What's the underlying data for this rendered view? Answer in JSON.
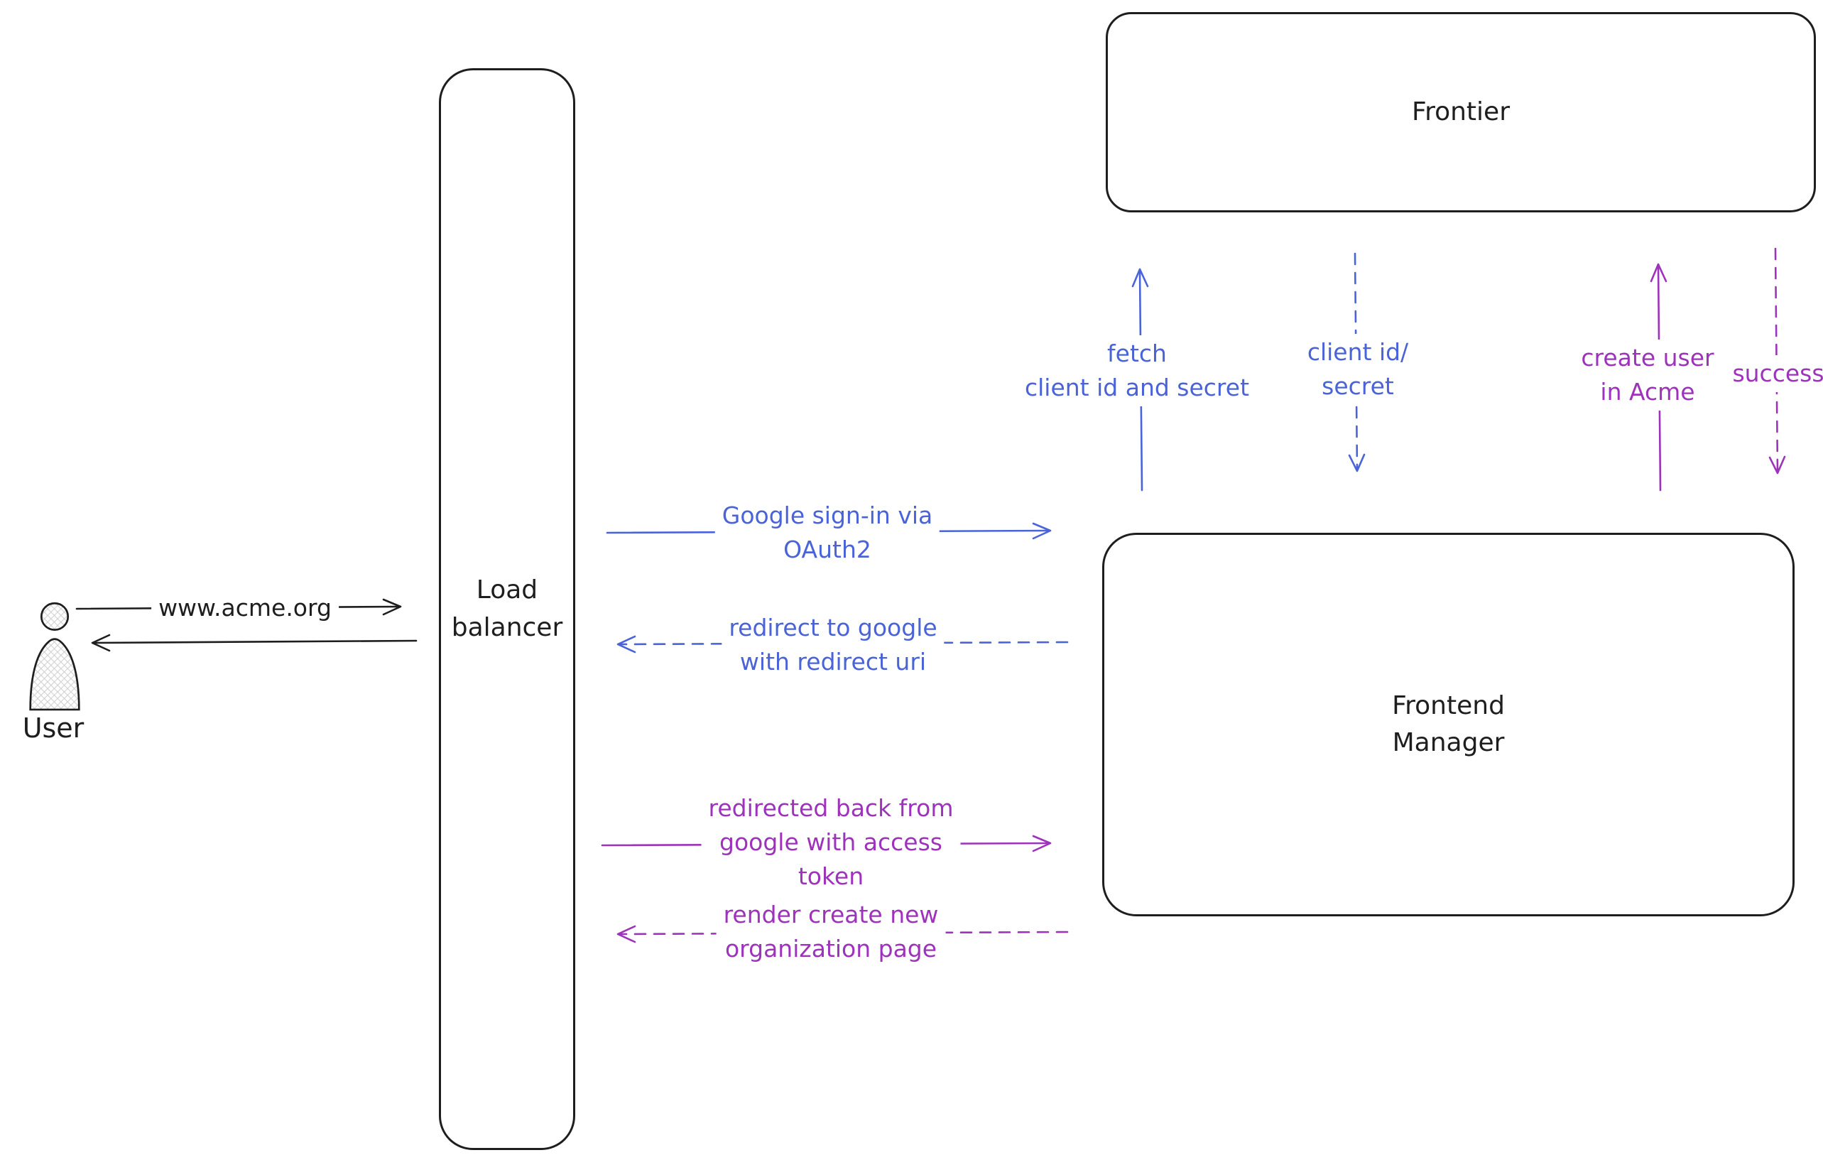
{
  "colors": {
    "ink": "#1e1e1e",
    "blue": "#4a63d8",
    "purple": "#9d33bb",
    "background": "#ffffff"
  },
  "nodes": {
    "user": {
      "label": "User",
      "shape": "person"
    },
    "load_balancer": {
      "line1": "Load",
      "line2": "balancer",
      "shape": "rounded-rect"
    },
    "frontier": {
      "label": "Frontier",
      "shape": "rounded-rect"
    },
    "frontend_manager": {
      "line1": "Frontend",
      "line2": "Manager",
      "shape": "rounded-rect"
    }
  },
  "messages": {
    "www_acme": {
      "text": "www.acme.org",
      "from": "user",
      "to": "load_balancer",
      "style": "solid",
      "color": "ink",
      "direction": "right"
    },
    "return_to_user": {
      "text": "",
      "from": "load_balancer",
      "to": "user",
      "style": "solid",
      "color": "ink",
      "direction": "left"
    },
    "google_signin": {
      "line1": "Google sign-in via",
      "line2": "OAuth2",
      "from": "load_balancer",
      "to": "frontend_manager",
      "style": "solid",
      "color": "blue",
      "direction": "right"
    },
    "redirect_google": {
      "line1": "redirect to google",
      "line2": "with redirect uri",
      "from": "frontend_manager",
      "to": "load_balancer",
      "style": "dashed",
      "color": "blue",
      "direction": "left"
    },
    "redirected_back": {
      "line1": "redirected back from",
      "line2": "google with access",
      "line3": "token",
      "from": "load_balancer",
      "to": "frontend_manager",
      "style": "solid",
      "color": "purple",
      "direction": "right"
    },
    "render_org_page": {
      "line1": "render create new",
      "line2": "organization page",
      "from": "frontend_manager",
      "to": "load_balancer",
      "style": "dashed",
      "color": "purple",
      "direction": "left"
    },
    "fetch_secret": {
      "line1": "fetch",
      "line2": "client id and secret",
      "from": "frontend_manager",
      "to": "frontier",
      "style": "solid",
      "color": "blue",
      "direction": "up"
    },
    "client_id_secret": {
      "line1": "client id/",
      "line2": "secret",
      "from": "frontier",
      "to": "frontend_manager",
      "style": "dashed",
      "color": "blue",
      "direction": "down"
    },
    "create_user": {
      "line1": "create user",
      "line2": "in Acme",
      "from": "frontend_manager",
      "to": "frontier",
      "style": "solid",
      "color": "purple",
      "direction": "up"
    },
    "success": {
      "text": "success",
      "from": "frontier",
      "to": "frontend_manager",
      "style": "dashed",
      "color": "purple",
      "direction": "down"
    }
  }
}
